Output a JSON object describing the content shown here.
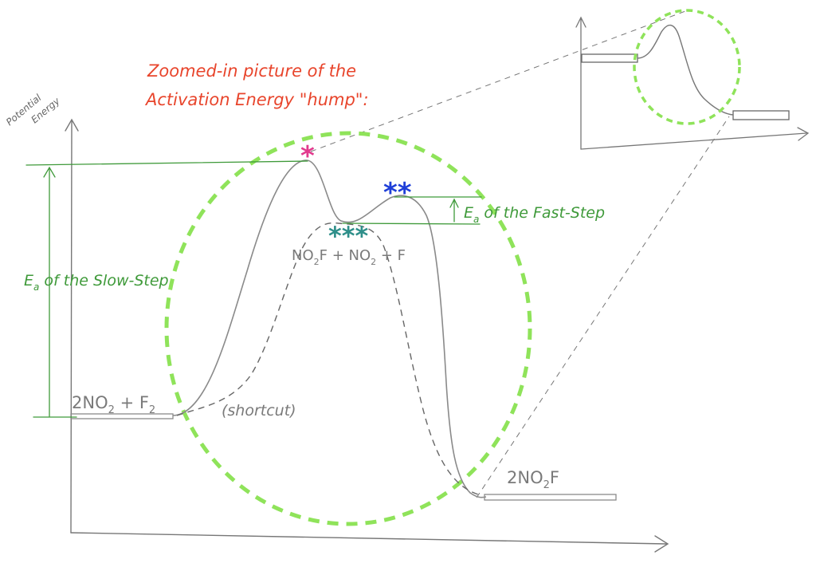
{
  "axis": {
    "y_label_line1": "Potential",
    "y_label_line2": "Energy"
  },
  "heading": {
    "line1": "Zoomed-in picture of the",
    "line2": "Activation Energy \"hump\":"
  },
  "labels": {
    "reactants_main": "2NO",
    "reactants_sub": "2",
    "reactants_plus": " + F",
    "reactants_sub2": "2",
    "products_main": "2NO",
    "products_sub": "2",
    "products_tail": "F",
    "intermediate_a": "NO",
    "intermediate_a_sub": "2",
    "intermediate_b": "F + NO",
    "intermediate_b_sub": "2",
    "intermediate_c": " + F",
    "shortcut": "(shortcut)",
    "slow_step_E": "E",
    "slow_step_sub": "a",
    "slow_step_text": " of the Slow-Step",
    "fast_step_E": "E",
    "fast_step_sub": "a",
    "fast_step_text": " of the Fast-Step"
  },
  "markers": {
    "single": "*",
    "double": "**",
    "triple": "***"
  },
  "colors": {
    "curve": "#8a8a8a",
    "axis": "#777777",
    "green_lines": "#3f9a3a",
    "zoom_circle": "#8fe35a",
    "heading": "#e8452c",
    "marker_single": "#e23a8e",
    "marker_double": "#1f3fd8",
    "marker_triple": "#2f8f8a"
  }
}
